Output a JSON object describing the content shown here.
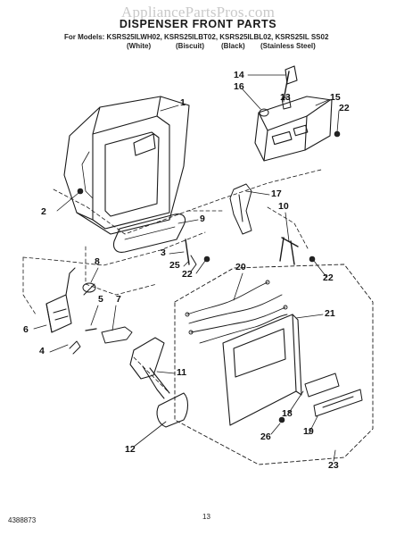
{
  "watermark": "AppliancePartsPros.com",
  "title": "DISPENSER FRONT PARTS",
  "models_line": "For Models: KSRS25ILWH02, KSRS25ILBT02, KSRS25ILBL02, KSRS25IL SS02",
  "finishes": [
    "(White)",
    "(Biscuit)",
    "(Black)",
    "(Stainless Steel)"
  ],
  "callouts": [
    "1",
    "2",
    "3",
    "4",
    "5",
    "6",
    "7",
    "8",
    "9",
    "10",
    "11",
    "12",
    "13",
    "14",
    "15",
    "16",
    "17",
    "18",
    "19",
    "20",
    "21",
    "22",
    "22",
    "22",
    "23",
    "25",
    "26"
  ],
  "footer": {
    "doc_number": "4388873",
    "page_number": "13"
  }
}
